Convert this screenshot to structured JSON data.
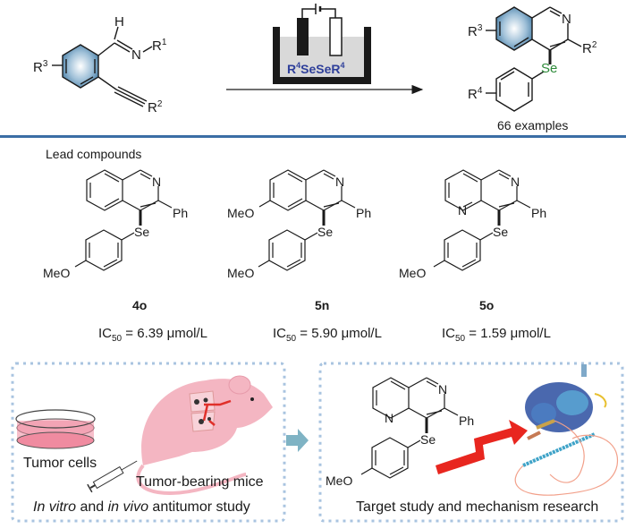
{
  "reaction": {
    "reactant": {
      "h_label": "H",
      "n_label": "N",
      "r1": "R",
      "r1_sup": "1",
      "r2": "R",
      "r2_sup": "2",
      "r3": "R",
      "r3_sup": "3"
    },
    "conditions": {
      "reagent_parts": [
        "R",
        "4",
        "SeSeR",
        "4"
      ],
      "reagent_color": "#2e3f9a",
      "cell": "electrochemical-cell"
    },
    "product": {
      "n_label": "N",
      "se_label": "Se",
      "se_color": "#2e8b3a",
      "r2": "R",
      "r2_sup": "2",
      "r3": "R",
      "r3_sup": "3",
      "r4": "R",
      "r4_sup": "4",
      "scope": "66 examples"
    },
    "ring_highlight_color": "#4a7fa8",
    "divider_color": "#3b6ea5"
  },
  "leads": {
    "heading": "Lead compounds",
    "compounds": [
      {
        "id": "4o",
        "ic50_value": "6.39",
        "ic50_unit": "μmol/L",
        "ic50_label": "IC",
        "ic50_sub": "50",
        "substituent": "MeO",
        "ring_n": "N",
        "se": "Se",
        "ph": "Ph"
      },
      {
        "id": "5n",
        "ic50_value": "5.90",
        "ic50_unit": "μmol/L",
        "ic50_label": "IC",
        "ic50_sub": "50",
        "substituent": "MeO",
        "extra_substituent": "MeO",
        "ring_n": "N",
        "se": "Se",
        "ph": "Ph"
      },
      {
        "id": "5o",
        "ic50_value": "1.59",
        "ic50_unit": "μmol/L",
        "ic50_label": "IC",
        "ic50_sub": "50",
        "substituent": "MeO",
        "ring_n": "N",
        "ring_n2": "N",
        "se": "Se",
        "ph": "Ph"
      }
    ]
  },
  "panels": {
    "left": {
      "tumor_cells": "Tumor cells",
      "mice": "Tumor-bearing mice",
      "caption_parts": [
        "In vitro",
        " and ",
        "in vivo",
        "  antitumor study"
      ],
      "mouse_color": "#f4b6c2",
      "dish_color": "#f08ba0"
    },
    "right": {
      "caption": "Target study and mechanism research",
      "compound": {
        "ring_n": "N",
        "ring_n2": "N",
        "se": "Se",
        "ph": "Ph",
        "substituent": "MeO"
      },
      "arrow_color": "#e8261f"
    },
    "connector_arrow_color": "#7fb3c4",
    "border_color": "#a9c4e0"
  }
}
